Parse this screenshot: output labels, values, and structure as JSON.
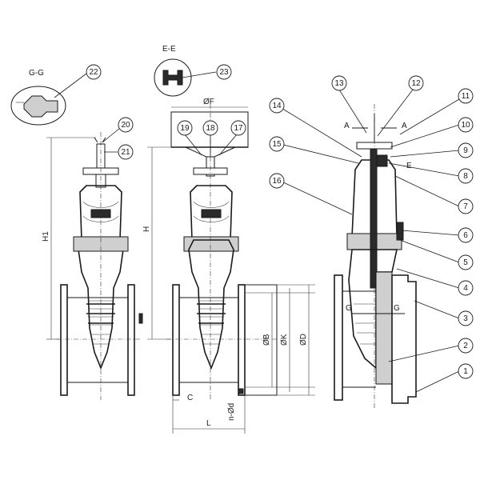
{
  "section_labels": {
    "g_g": "G-G",
    "e_e": "E-E"
  },
  "part_numbers": [
    "1",
    "2",
    "3",
    "4",
    "5",
    "6",
    "7",
    "8",
    "9",
    "10",
    "11",
    "12",
    "13",
    "14",
    "15",
    "16",
    "17",
    "18",
    "19",
    "20",
    "21",
    "22",
    "23"
  ],
  "dimensions": {
    "h1": "H1",
    "h": "H",
    "f": "ØF",
    "b": "ØB",
    "k": "ØK",
    "d": "ØD",
    "c": "C",
    "l": "L",
    "nd": "n-Ød"
  },
  "cut_marks": {
    "a_left": "A",
    "a_right": "A",
    "e": "E",
    "g_left": "G",
    "g_right": "G"
  }
}
